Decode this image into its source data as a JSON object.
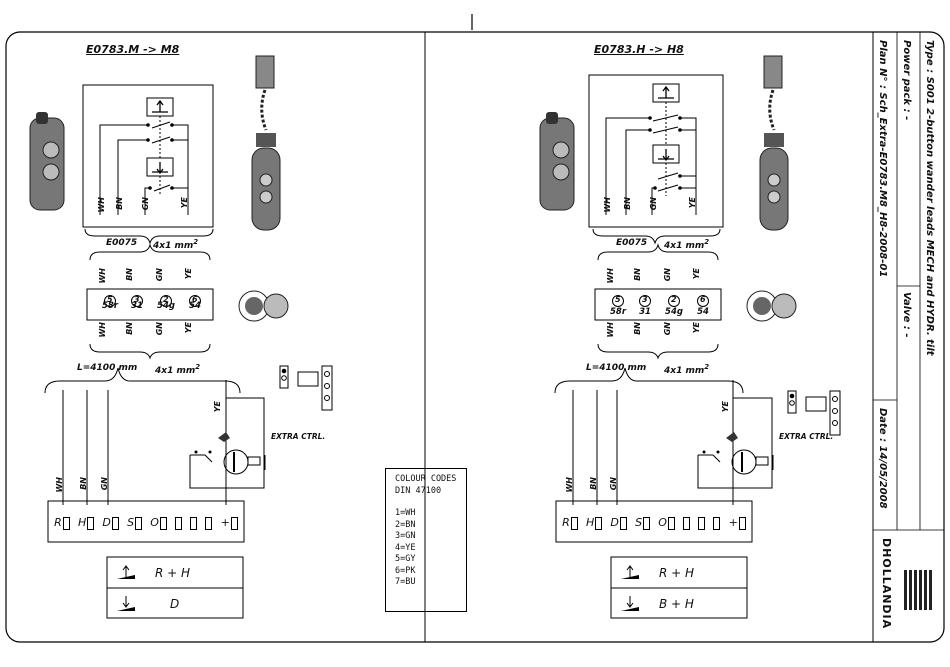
{
  "left": {
    "header": "E0783.M -> M8",
    "cable_code": "E0075",
    "cable_section": "4x1 mm",
    "exponent": "2",
    "wires": [
      "WH",
      "BN",
      "GN",
      "YE"
    ],
    "pins": [
      {
        "circle": "5",
        "code": "58r"
      },
      {
        "circle": "3",
        "code": "31"
      },
      {
        "circle": "2",
        "code": "54g"
      },
      {
        "circle": "6",
        "code": "54"
      }
    ],
    "length": "L=4100 mm",
    "lower_wires": [
      "WH",
      "BN",
      "GN"
    ],
    "ye_label": "YE",
    "extra_label": "EXTRA CTRL.",
    "terminals": [
      "R",
      "H",
      "D",
      "S",
      "O",
      "",
      "",
      "",
      "+"
    ],
    "functions": [
      {
        "label": "R + H"
      },
      {
        "label": "D"
      }
    ]
  },
  "right": {
    "header": "E0783.H -> H8",
    "cable_code": "E0075",
    "cable_section": "4x1 mm",
    "exponent": "2",
    "wires": [
      "WH",
      "BN",
      "GN",
      "YE"
    ],
    "pins": [
      {
        "circle": "5",
        "code": "58r"
      },
      {
        "circle": "3",
        "code": "31"
      },
      {
        "circle": "2",
        "code": "54g"
      },
      {
        "circle": "6",
        "code": "54"
      }
    ],
    "length": "L=4100 mm",
    "lower_wires": [
      "WH",
      "BN",
      "GN"
    ],
    "ye_label": "YE",
    "extra_label": "EXTRA CTRL.",
    "terminals": [
      "R",
      "H",
      "D",
      "S",
      "O",
      "",
      "",
      "",
      "+"
    ],
    "functions": [
      {
        "label": "R + H"
      },
      {
        "label": "B + H"
      }
    ]
  },
  "colour_codes": {
    "title_line1": "COLOUR CODES",
    "title_line2": "DIN 47100",
    "codes": [
      "1=WH",
      "2=BN",
      "3=GN",
      "4=YE",
      "5=GY",
      "6=PK",
      "7=BU"
    ]
  },
  "title_block": {
    "type": "Type : S001 2-button wander leads MECH and HYDR. tilt",
    "power_pack": "Power pack : -",
    "valve": "Valve : -",
    "plan": "Plan N° : Sch_Extra-E0783.M8_H8-2008-01",
    "date": "Date : 14/05/2008",
    "logo": "DHOLLANDIA"
  }
}
